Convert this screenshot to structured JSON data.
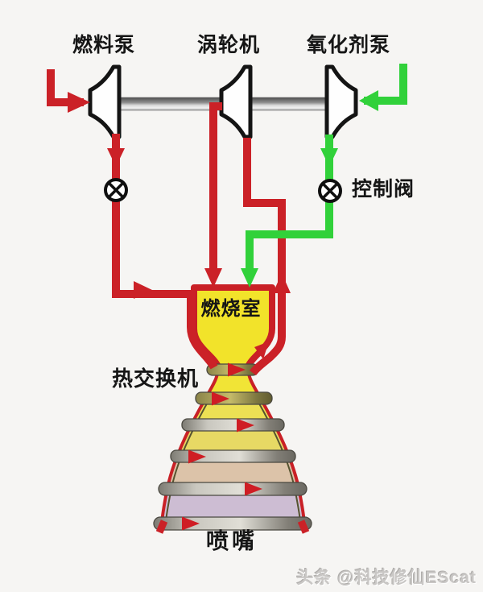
{
  "diagram": {
    "title_context": "rocket-engine-expander-cycle-schematic",
    "labels": {
      "fuel_pump": "燃料泵",
      "turbine": "涡轮机",
      "oxidizer_pump": "氧化剂泵",
      "control_valve": "控制阀",
      "combustion_chamber": "燃烧室",
      "heat_exchanger": "热交换机",
      "nozzle": "喷嘴"
    },
    "watermark": "头条 @科技修仙EScat",
    "colors": {
      "fuel_line_red": "#cb2127",
      "oxidizer_line_green": "#31d13a",
      "chamber_yellow": "#f2e32a",
      "band_metal_gray": "#c9c7bf",
      "background": "#f6f5f3",
      "outline_black": "#141414"
    },
    "icons": [
      "valve-icon (circle with X) on fuel line",
      "valve-icon (circle with X) on oxidizer line labelled control valve",
      "pump-impeller-symbol x3 on common shaft",
      "flow-arrowheads red (fuel) and green (oxidizer)"
    ]
  }
}
